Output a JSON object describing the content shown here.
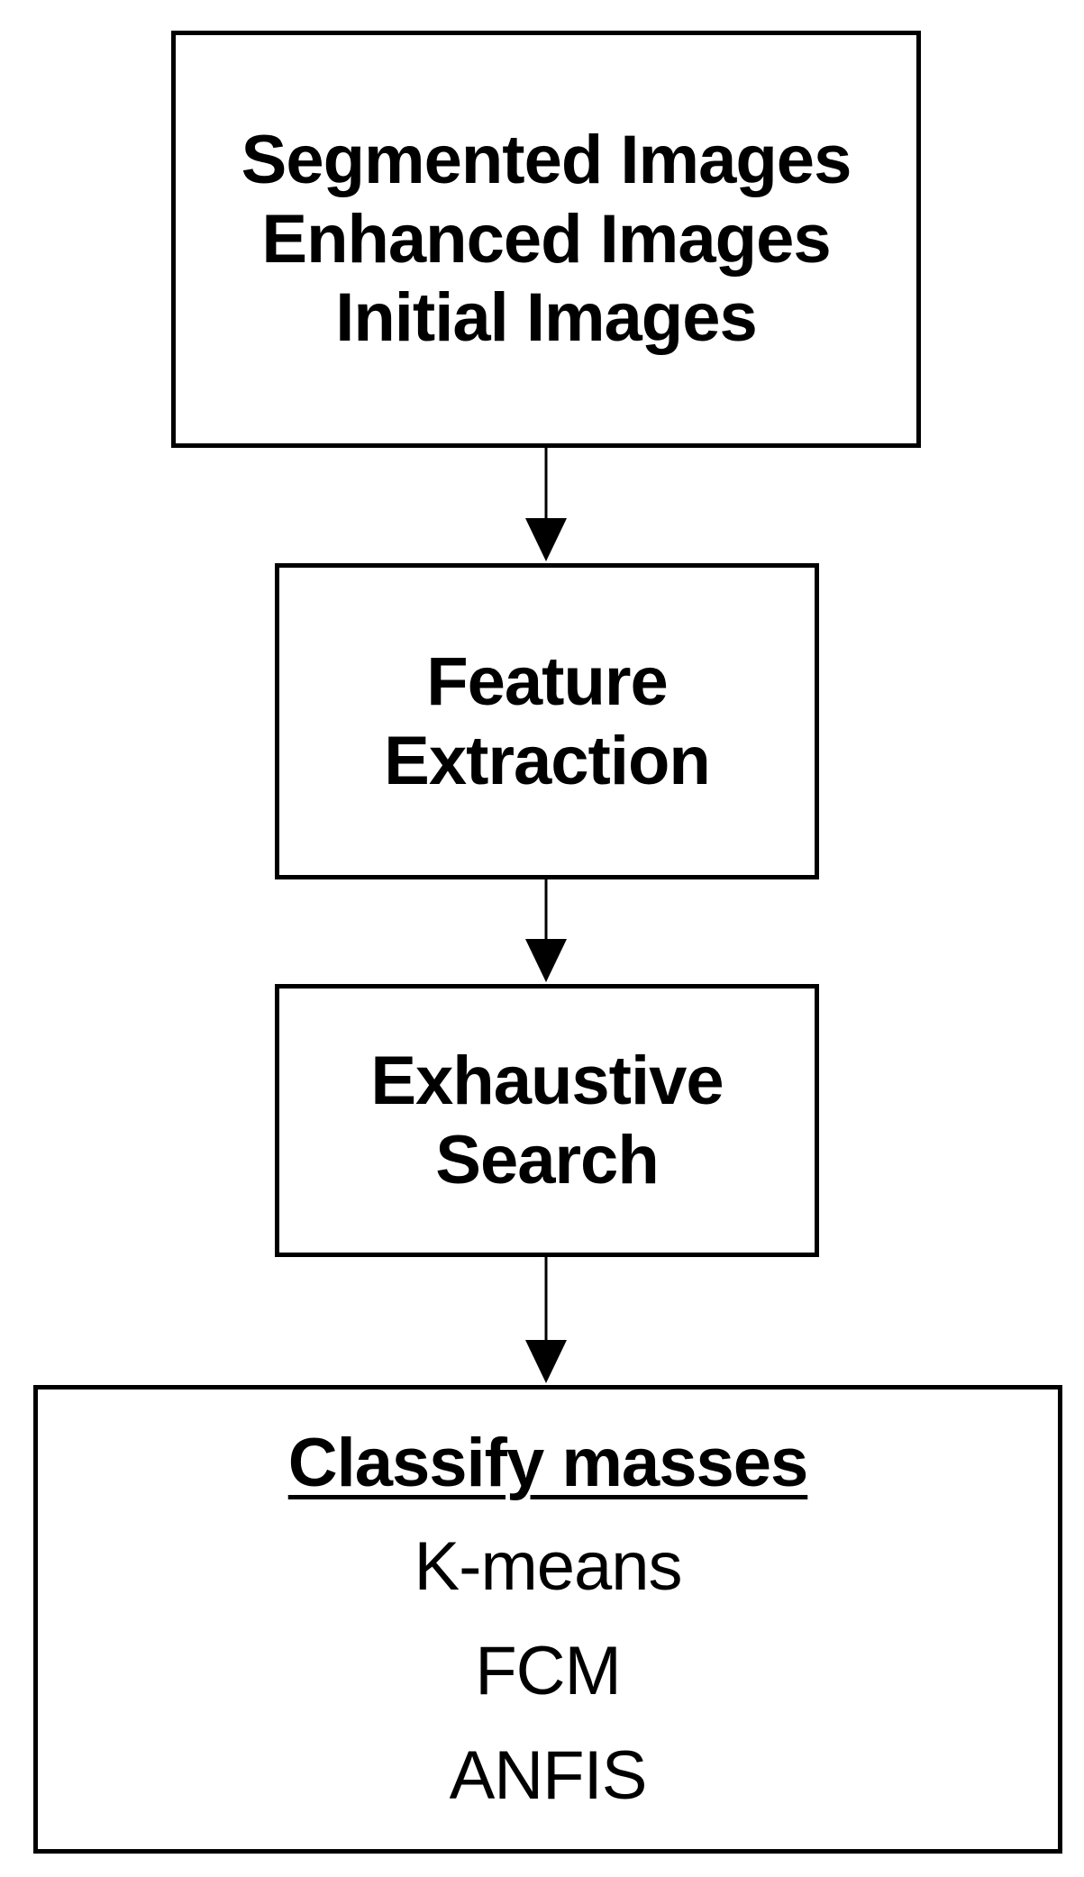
{
  "diagram": {
    "nodes": [
      {
        "id": "inputs",
        "lines": [
          "Segmented Images",
          "Enhanced Images",
          "Initial Images"
        ]
      },
      {
        "id": "feature",
        "lines": [
          "Feature",
          "Extraction"
        ]
      },
      {
        "id": "search",
        "lines": [
          "Exhaustive",
          "Search"
        ]
      },
      {
        "id": "classify",
        "heading": "Classify masses",
        "lines": [
          "K-means",
          "FCM",
          "ANFIS"
        ]
      }
    ],
    "edges": [
      {
        "from": "inputs",
        "to": "feature"
      },
      {
        "from": "feature",
        "to": "search"
      },
      {
        "from": "search",
        "to": "classify"
      }
    ],
    "colors": {
      "stroke": "#000000",
      "fill": "#ffffff",
      "text": "#000000"
    }
  }
}
